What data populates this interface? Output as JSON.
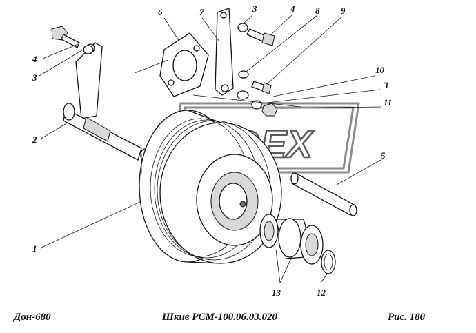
{
  "figure": {
    "callouts": [
      "1",
      "2",
      "3",
      "3",
      "3",
      "4",
      "4",
      "5",
      "6",
      "7",
      "8",
      "9",
      "10",
      "11",
      "12",
      "13"
    ],
    "watermark": "DEX"
  },
  "footer": {
    "model": "Дон-680",
    "caption": "Шкив РСМ-100.06.03.020",
    "figure_number": "Рис.  180"
  }
}
